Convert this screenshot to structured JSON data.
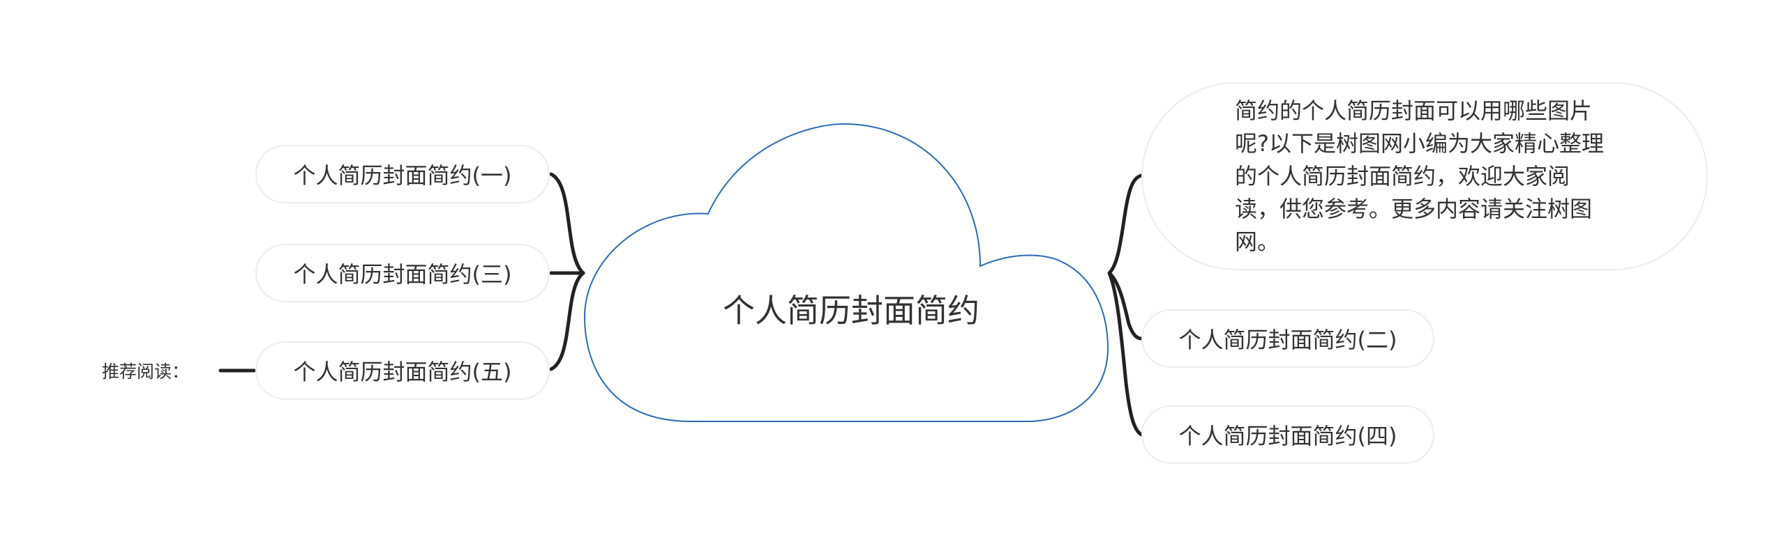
{
  "center": {
    "label": "个人简历封面简约"
  },
  "left_branches": [
    {
      "label": "个人简历封面简约(一)"
    },
    {
      "label": "个人简历封面简约(三)"
    },
    {
      "label": "个人简历封面简约(五)"
    }
  ],
  "right_branches": {
    "description": "简约的个人简历封面可以用哪些图片呢?以下是树图网小编为大家精心整理的个人简历封面简约，欢迎大家阅读，供您参考。更多内容请关注树图网。",
    "items": [
      {
        "label": "个人简历封面简约(二)"
      },
      {
        "label": "个人简历封面简约(四)"
      }
    ]
  },
  "side_note": {
    "label": "推荐阅读："
  },
  "colors": {
    "cloud_stroke": "#2a6ab4",
    "connector": "#222222",
    "node_border": "#ececec",
    "text": "#333333"
  }
}
